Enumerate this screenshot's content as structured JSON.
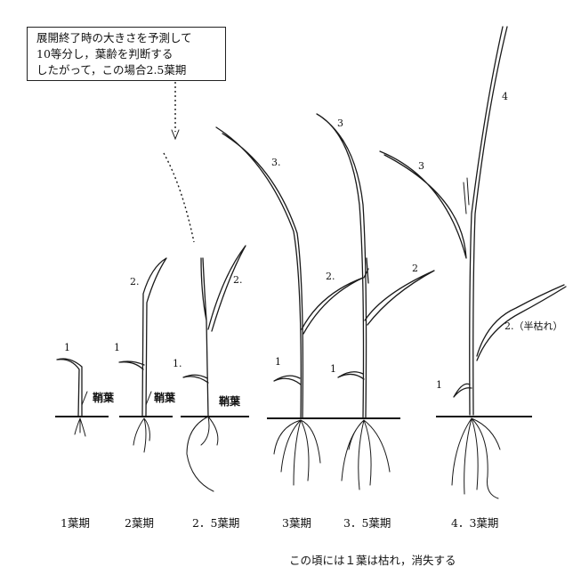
{
  "note": {
    "lines": [
      "展開終了時の大きさを予測して",
      "10等分し，葉齢を判断する",
      "したがって，この場合2.5葉期"
    ]
  },
  "stages": [
    {
      "label": "1葉期",
      "leaf_numbers": [
        "1"
      ],
      "sheath_label": "鞘葉"
    },
    {
      "label": "2葉期",
      "leaf_numbers": [
        "1",
        "2."
      ],
      "sheath_label": "鞘葉"
    },
    {
      "label": "2．5葉期",
      "leaf_numbers": [
        "1.",
        "2."
      ],
      "sheath_label": "鞘葉"
    },
    {
      "label": "3葉期",
      "leaf_numbers": [
        "1",
        "2.",
        "3."
      ]
    },
    {
      "label": "3．5葉期",
      "leaf_numbers": [
        "1",
        "2",
        "3"
      ]
    },
    {
      "label": "4．3葉期",
      "leaf_numbers": [
        "1",
        "2.（半枯れ）",
        "3",
        "4"
      ]
    }
  ],
  "footnote": "この頃には１葉は枯れ，消失する"
}
